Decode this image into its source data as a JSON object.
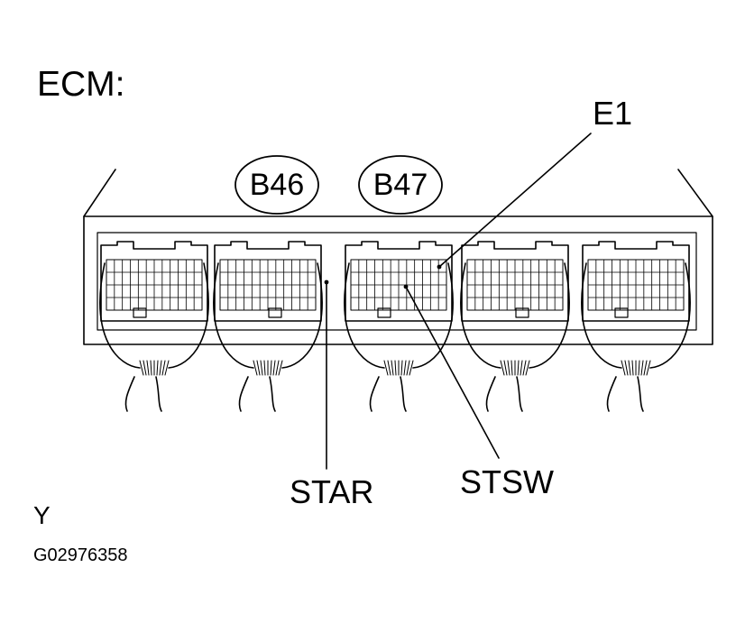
{
  "component_label": "ECM:",
  "connectors": [
    "B46",
    "B47"
  ],
  "terminals": {
    "e1": "E1",
    "star": "STAR",
    "stsw": "STSW"
  },
  "view_code": "Y",
  "figure_id": "G02976358",
  "colors": {
    "ink": "#000000",
    "paper": "#ffffff"
  }
}
